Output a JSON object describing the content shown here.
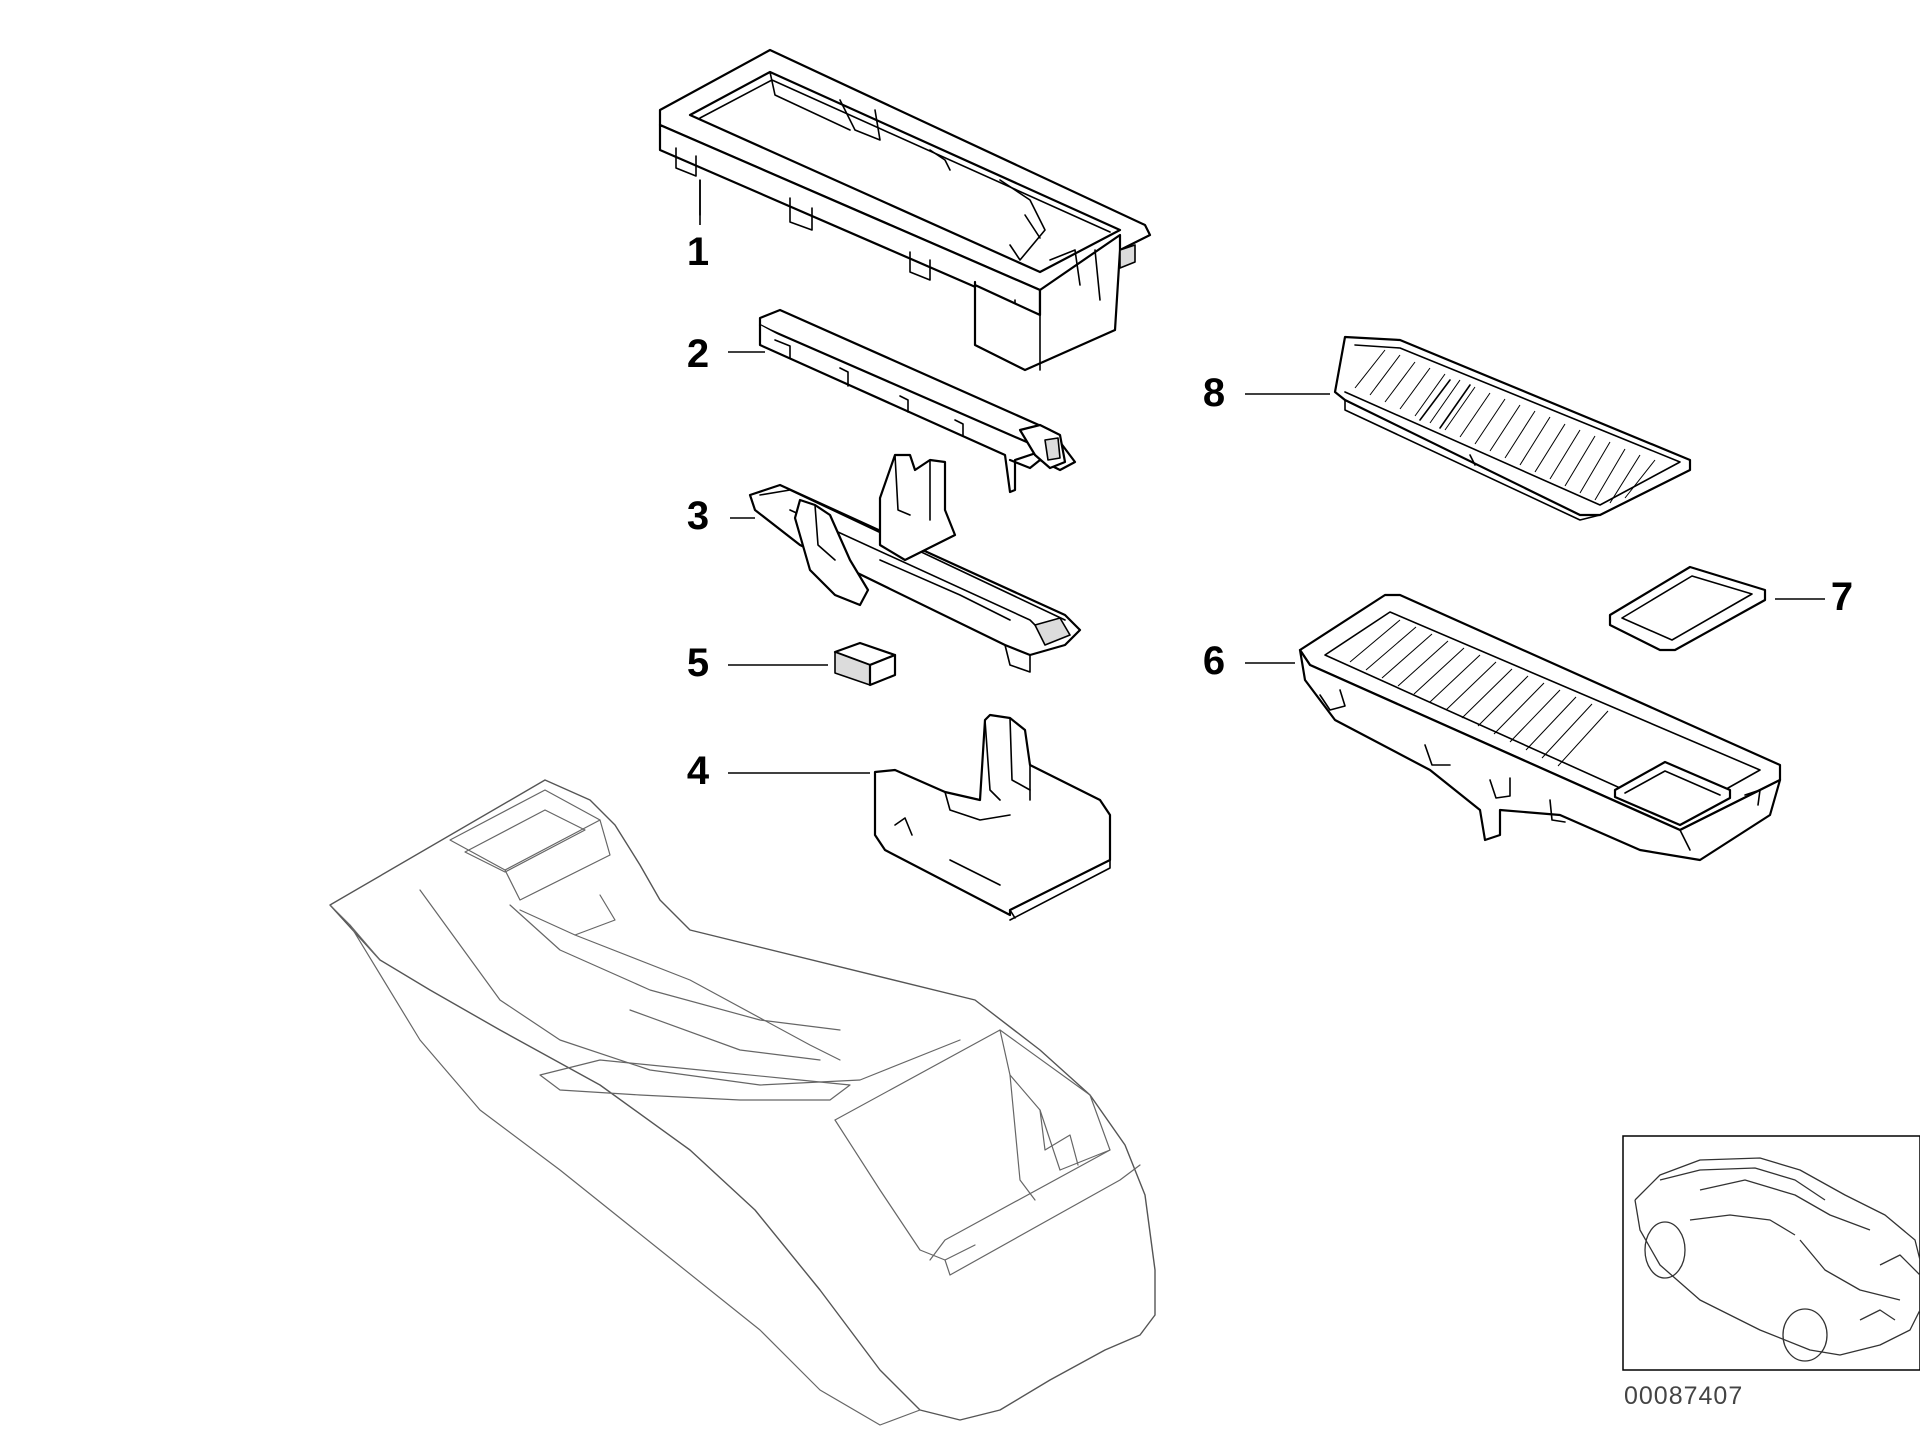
{
  "diagram": {
    "callouts": [
      {
        "id": "1",
        "label": "1"
      },
      {
        "id": "2",
        "label": "2"
      },
      {
        "id": "3",
        "label": "3"
      },
      {
        "id": "4",
        "label": "4"
      },
      {
        "id": "5",
        "label": "5"
      },
      {
        "id": "6",
        "label": "6"
      },
      {
        "id": "7",
        "label": "7"
      },
      {
        "id": "8",
        "label": "8"
      }
    ],
    "reference_number": "00087407",
    "colors": {
      "line": "#000000",
      "console_line": "#555555",
      "background": "#ffffff"
    }
  }
}
